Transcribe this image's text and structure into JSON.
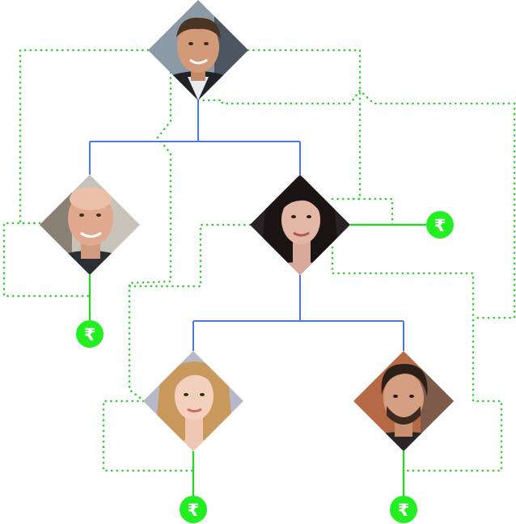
{
  "colors": {
    "tree_line": "#4a7bdc",
    "dotted_line": "#2fcf2f",
    "coin": "#22ee22",
    "coin_text": "#ffffff",
    "background": "#ffffff"
  },
  "nodes": [
    {
      "id": "root",
      "kind": "photo",
      "icon": "person-photo"
    },
    {
      "id": "left",
      "kind": "photo",
      "icon": "person-photo"
    },
    {
      "id": "mid",
      "kind": "photo",
      "icon": "person-photo"
    },
    {
      "id": "bottom-left",
      "kind": "photo",
      "icon": "person-photo"
    },
    {
      "id": "bottom-right",
      "kind": "photo",
      "icon": "person-photo"
    }
  ],
  "coins": [
    {
      "id": "coin-mid",
      "symbol": "₹",
      "icon": "rupee-coin-icon"
    },
    {
      "id": "coin-left",
      "symbol": "₹",
      "icon": "rupee-coin-icon"
    },
    {
      "id": "coin-bottom-left",
      "symbol": "₹",
      "icon": "rupee-coin-icon"
    },
    {
      "id": "coin-bottom-right",
      "symbol": "₹",
      "icon": "rupee-coin-icon"
    }
  ]
}
